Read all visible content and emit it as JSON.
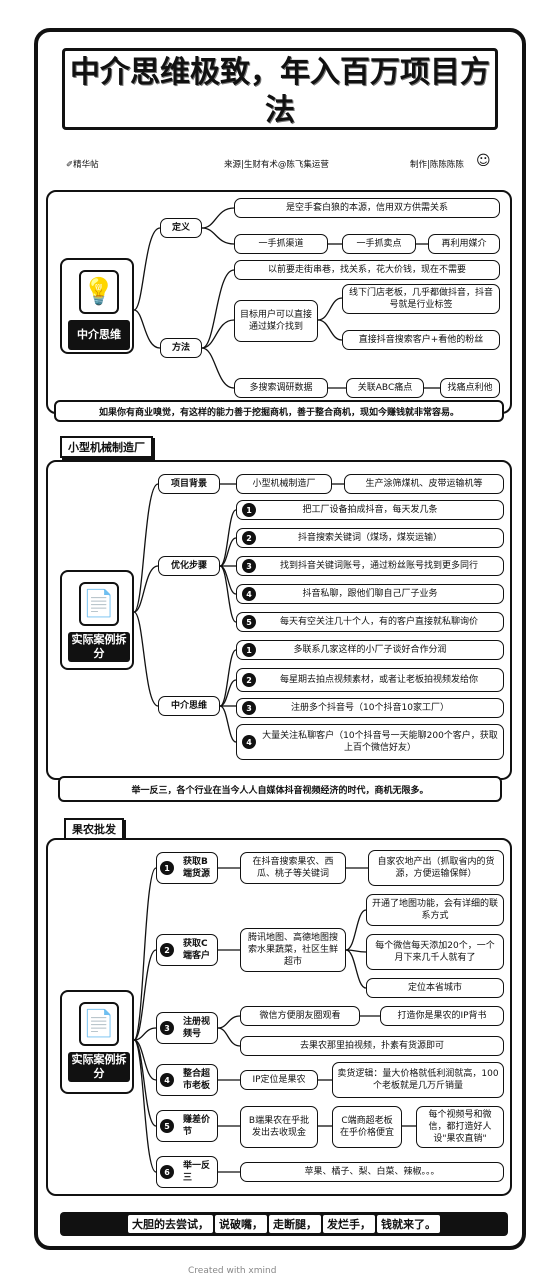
{
  "title": "中介思维极致，年入百万项目方法",
  "meta": {
    "source_left": "✐精华帖",
    "source_mid": "来源|生财有术@陈飞集运营",
    "maker": "制作|陈陈陈陈"
  },
  "section1": {
    "root": "中介思维",
    "definition": {
      "label": "定义",
      "text": "是空手套白狼的本源，信用双方供需关系",
      "items": [
        "一手抓渠道",
        "一手抓卖点",
        "再利用媒介"
      ]
    },
    "method": {
      "label": "方法",
      "old": "以前要走街串巷，找关系，花大价钱，现在不需要",
      "target": "目标用户可以直接通过媒介找到",
      "sub1": "线下门店老板，几乎都做抖音，抖音号就是行业标签",
      "sub2": "直接抖音搜索客户+看他的粉丝",
      "chain": [
        "多搜索调研数据",
        "关联ABC痛点",
        "找痛点利他"
      ]
    }
  },
  "banner1": "如果你有商业嗅觉，有这样的能力善于挖掘商机，善于整合商机，现如今赚钱就非常容易。",
  "section2": {
    "tag": "小型机械制造厂",
    "root": "实际案例拆分",
    "background": {
      "label": "项目背景",
      "items": [
        "小型机械制造厂",
        "生产涂筛煤机、皮带运输机等"
      ]
    },
    "steps": {
      "label": "优化步骤",
      "items": [
        "把工厂设备拍成抖音，每天发几条",
        "抖音搜索关键词（煤场，煤炭运输）",
        "找到抖音关键词账号，通过粉丝账号找到更多同行",
        "抖音私聊，跟他们聊自己厂子业务",
        "每天有空关注几十个人，有的客户直接就私聊询价"
      ]
    },
    "thinking": {
      "label": "中介思维",
      "items": [
        "多联系几家这样的小厂子谈好合作分润",
        "每星期去拍点视频素材，或者让老板拍视频发给你",
        "注册多个抖音号（10个抖音10家工厂）",
        "大量关注私聊客户（10个抖音号一天能聊200个客户，获取上百个微信好友）"
      ]
    }
  },
  "banner2": "举一反三，各个行业在当今人人自媒体抖音视频经济的时代，商机无限多。",
  "section3": {
    "tag": "果农批发",
    "root": "实际案例拆分",
    "rows": [
      {
        "num": "1",
        "label": "获取B端货源",
        "mid": "在抖音搜索果农、西瓜、桃子等关键词",
        "right": [
          "自家农地产出（抓取省内的货源，方便运输保鲜）"
        ]
      },
      {
        "num": "2",
        "label": "获取C端客户",
        "mid": "腾讯地图、高德地图搜索水果蔬菜，社区生鲜超市",
        "right": [
          "开通了地图功能，会有详细的联系方式",
          "每个微信每天添加20个，一个月下来几千人就有了",
          "定位本省城市"
        ]
      },
      {
        "num": "3",
        "label": "注册视频号",
        "mid": "微信方便朋友圈观看",
        "right": [
          "打造你是果农的IP背书"
        ],
        "extra": "去果农那里拍视频，扑素有货源即可"
      },
      {
        "num": "4",
        "label": "整合超市老板",
        "mid": "IP定位是果农",
        "right": [
          "卖货逻辑：量大价格就低利润就高，100个老板就是几万斤销量"
        ]
      },
      {
        "num": "5",
        "label": "赚差价节",
        "mid": "B端果农在乎批发出去收现金",
        "mid2": "C端商超老板在乎价格便宜",
        "right": [
          "每个视频号和微信，都打造好人设\"果农直销\""
        ]
      },
      {
        "num": "6",
        "label": "举一反三",
        "right": [
          "苹果、橘子、梨、白菜、辣椒。。。"
        ]
      }
    ]
  },
  "footer": {
    "parts": [
      "大胆的去尝试，",
      "说破嘴，",
      "走断腿，",
      "发烂手，",
      "钱就来了。"
    ]
  },
  "watermark": "Created with xmind"
}
